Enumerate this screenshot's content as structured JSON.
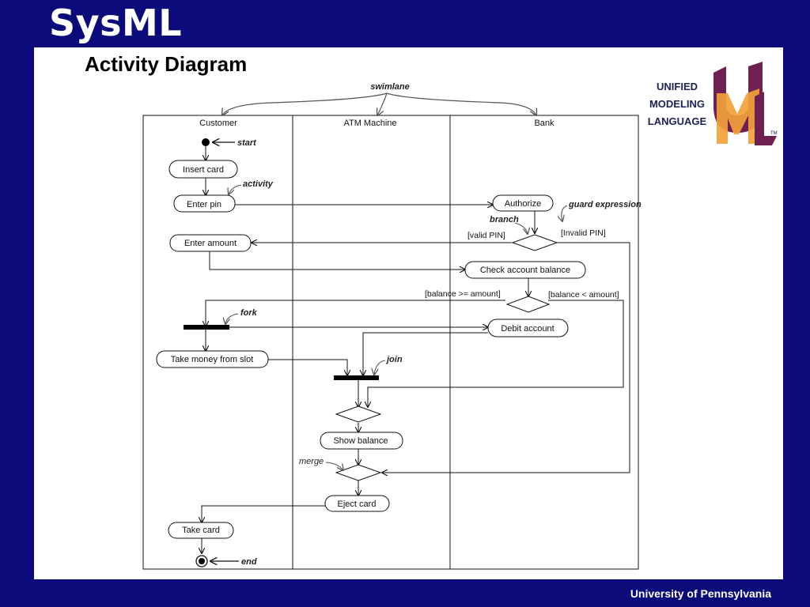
{
  "header": {
    "brand": "SysML"
  },
  "slide": {
    "title": "Activity Diagram"
  },
  "footer": {
    "text": "University of Pennsylvania"
  },
  "logo": {
    "line1": "UNIFIED",
    "line2": "MODELING",
    "line3": "LANGUAGE",
    "tm": "TM"
  },
  "diagram": {
    "lanes": [
      "Customer",
      "ATM Machine",
      "Bank"
    ],
    "activities": {
      "insert_card": "Insert card",
      "enter_pin": "Enter pin",
      "enter_amount": "Enter amount",
      "authorize": "Authorize",
      "check_balance": "Check account balance",
      "debit_account": "Debit account",
      "take_money": "Take money from slot",
      "show_balance": "Show balance",
      "eject_card": "Eject card",
      "take_card": "Take card"
    },
    "guards": {
      "valid_pin": "[valid PIN]",
      "invalid_pin": "[Invalid PIN]",
      "balance_ok": "[balance >= amount]",
      "balance_low": "[balance < amount]"
    },
    "annotations": {
      "swimlane": "swimlane",
      "start": "start",
      "activity": "activity",
      "branch": "branch",
      "guard_expression": "guard expression",
      "fork": "fork",
      "join": "join",
      "merge": "merge",
      "end": "end"
    }
  },
  "colors": {
    "background": "#0a0a7a",
    "panel": "#ffffff",
    "logo_purple": "#6e2150",
    "logo_orange": "#f2a13a"
  }
}
